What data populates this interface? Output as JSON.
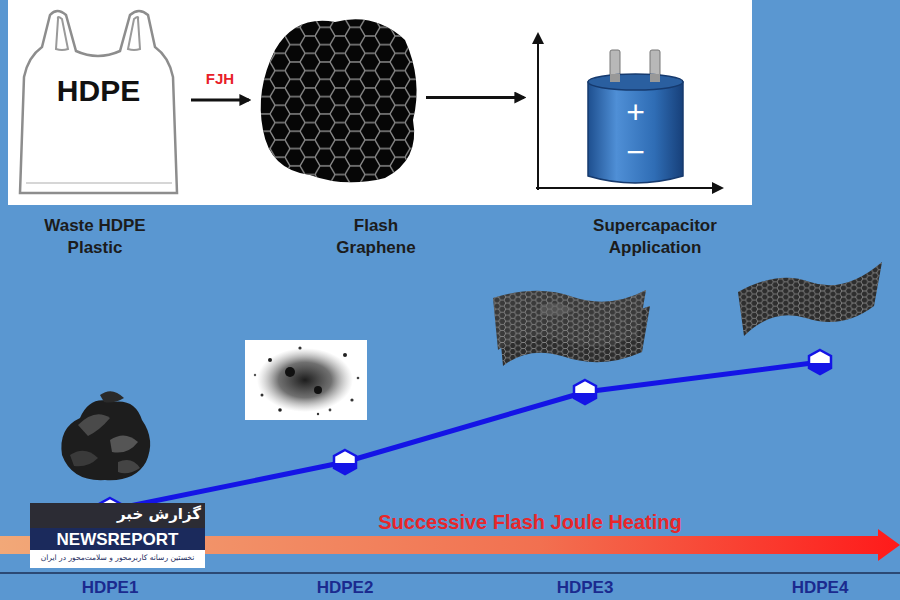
{
  "diagram": {
    "nodes": [
      {
        "text": [
          "HDPE",
          "Waste HDPE Plastic"
        ]
      },
      {
        "text": [
          "Flash Graphene"
        ]
      },
      {
        "text": [
          "+",
          "−",
          "Supercapacitor Application"
        ]
      }
    ],
    "edges": [
      {
        "from": 0,
        "to": 1,
        "label": "FJH",
        "arrow": "to"
      },
      {
        "from": 1,
        "to": 2,
        "arrow": "to"
      }
    ],
    "labels": [
      "Successive Flash Joule Heating",
      "HDPE1",
      "HDPE2",
      "HDPE3",
      "HDPE4",
      "گزارش خبر",
      "NEWSREPORT",
      "نخستین رسانه کاربرمحور و سلامت‌محور در ایران"
    ]
  }
}
